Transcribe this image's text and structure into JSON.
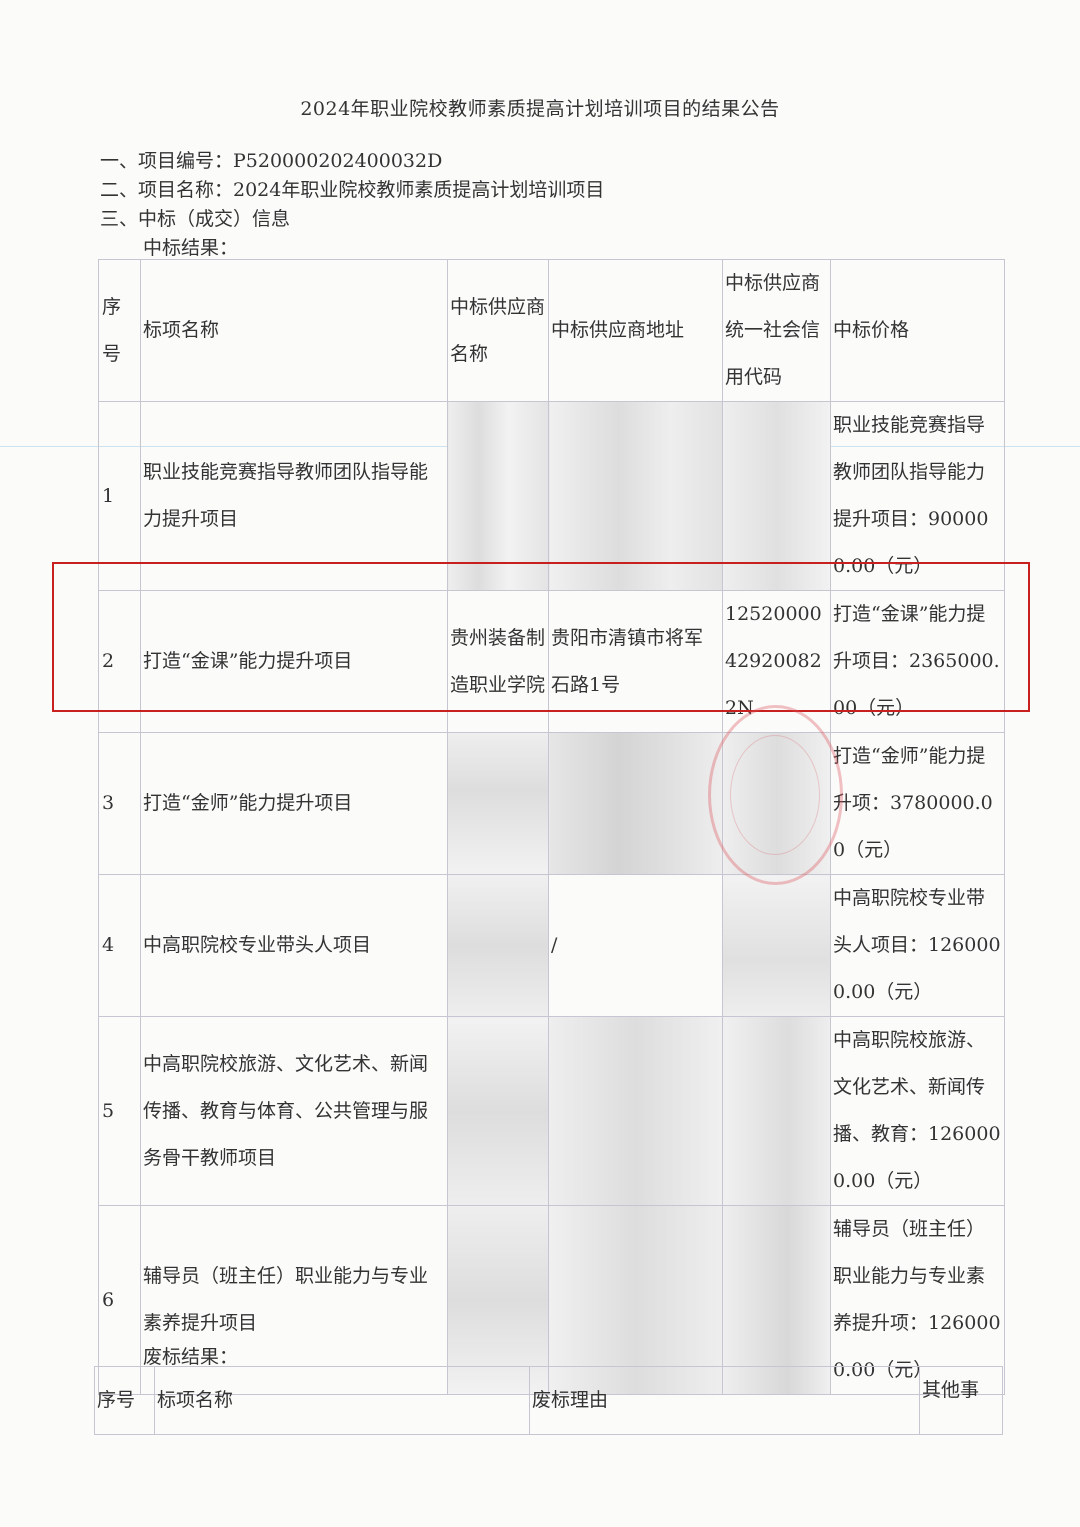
{
  "title": "2024年职业院校教师素质提高计划培训项目的结果公告",
  "info": {
    "item1": "一、项目编号：P520000202400032D",
    "item2": "二、项目名称：2024年职业院校教师素质提高计划培训项目",
    "item3": "三、中标（成交）信息",
    "result_label": "中标结果："
  },
  "table": {
    "headers": [
      "序号",
      "标项名称",
      "中标供应商名称",
      "中标供应商地址",
      "中标供应商统一社会信用代码",
      "中标价格"
    ],
    "rows": [
      {
        "seq": "1",
        "name": "职业技能竞赛指导教师团队指导能力提升项目",
        "supplier": "",
        "address": "",
        "code": "",
        "price": "职业技能竞赛指导教师团队指导能力提升项目：900000.00（元）"
      },
      {
        "seq": "2",
        "name": "打造“金课”能力提升项目",
        "supplier": "贵州装备制造职业学院",
        "address": "贵阳市清镇市将军石路1号",
        "code": "12520000429200822N",
        "price": "打造“金课”能力提升项目：2365000.00（元）"
      },
      {
        "seq": "3",
        "name": "打造“金师”能力提升项目",
        "supplier": "",
        "address": "",
        "code": "",
        "price": "打造“金师”能力提升项：3780000.00（元）"
      },
      {
        "seq": "4",
        "name": "中高职院校专业带头人项目",
        "supplier": "",
        "address": "/",
        "code": "",
        "price": "中高职院校专业带头人项目：1260000.00（元）"
      },
      {
        "seq": "5",
        "name": "中高职院校旅游、文化艺术、新闻传播、教育与体育、公共管理与服务骨干教师项目",
        "supplier": "",
        "address": "",
        "code": "",
        "price": "中高职院校旅游、文化艺术、新闻传播、教育：1260000.00（元）"
      },
      {
        "seq": "6",
        "name": "辅导员（班主任）职业能力与专业素养提升项目",
        "supplier": "",
        "address": "",
        "code": "",
        "price": "辅导员（班主任）职业能力与专业素养提升项：1260000.00（元）"
      }
    ]
  },
  "waste": {
    "label": "废标结果：",
    "headers": [
      "序号",
      "标项名称",
      "废标理由",
      "其他事"
    ]
  }
}
